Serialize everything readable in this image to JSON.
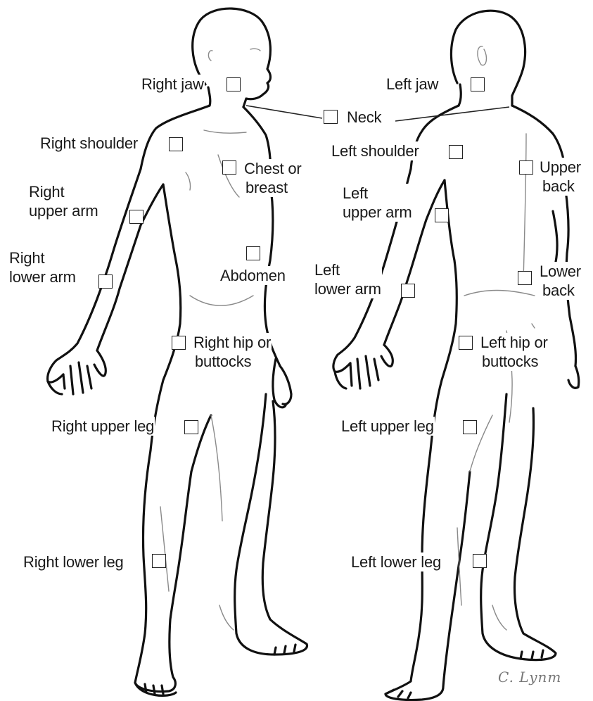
{
  "labels": {
    "right_jaw": "Right jaw",
    "left_jaw": "Left jaw",
    "neck": "Neck",
    "right_shoulder": "Right shoulder",
    "left_shoulder": "Left shoulder",
    "chest_1": "Chest or",
    "chest_2": "breast",
    "upper_back_1": "Upper",
    "upper_back_2": "back",
    "right_upper_arm_1": "Right",
    "right_upper_arm_2": "upper arm",
    "left_upper_arm_1": "Left",
    "left_upper_arm_2": "upper arm",
    "right_lower_arm_1": "Right",
    "right_lower_arm_2": "lower arm",
    "abdomen": "Abdomen",
    "left_lower_arm_1": "Left",
    "left_lower_arm_2": "lower arm",
    "lower_back_1": "Lower",
    "lower_back_2": "back",
    "right_hip_1": "Right hip or",
    "right_hip_2": "buttocks",
    "left_hip_1": "Left hip or",
    "left_hip_2": "buttocks",
    "right_upper_leg": "Right upper leg",
    "left_upper_leg": "Left upper leg",
    "right_lower_leg": "Right lower leg",
    "left_lower_leg": "Left lower leg"
  },
  "signature": "C. Lynm",
  "colors": {
    "outline": "#111111",
    "detail": "#8a8a8a",
    "text": "#1a1a1a"
  }
}
